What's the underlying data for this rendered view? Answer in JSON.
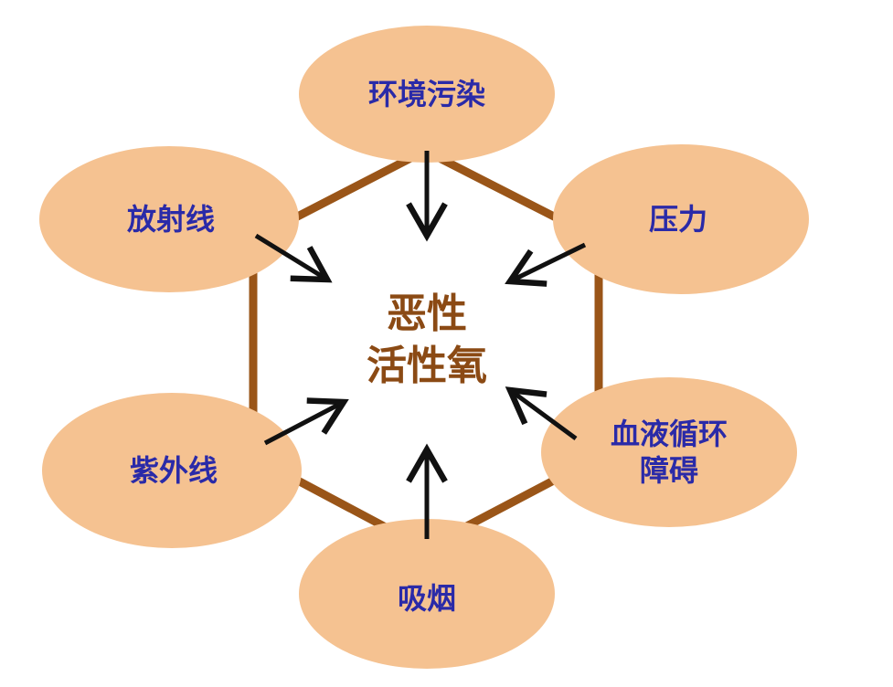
{
  "center": {
    "label": "恶性\n活性氧"
  },
  "factors": [
    {
      "id": "environment",
      "label": "环境污染"
    },
    {
      "id": "radiation",
      "label": "放射线"
    },
    {
      "id": "stress",
      "label": "压力"
    },
    {
      "id": "uv",
      "label": "紫外线"
    },
    {
      "id": "circulation",
      "label": "血液循环\n障碍"
    },
    {
      "id": "smoking",
      "label": "吸烟"
    }
  ],
  "colors": {
    "ellipse": "#f5c291",
    "hexagon": "#9a5518",
    "arrow": "#111111",
    "factor_text": "#2a2aa8",
    "center_text": "#8b4a14"
  }
}
